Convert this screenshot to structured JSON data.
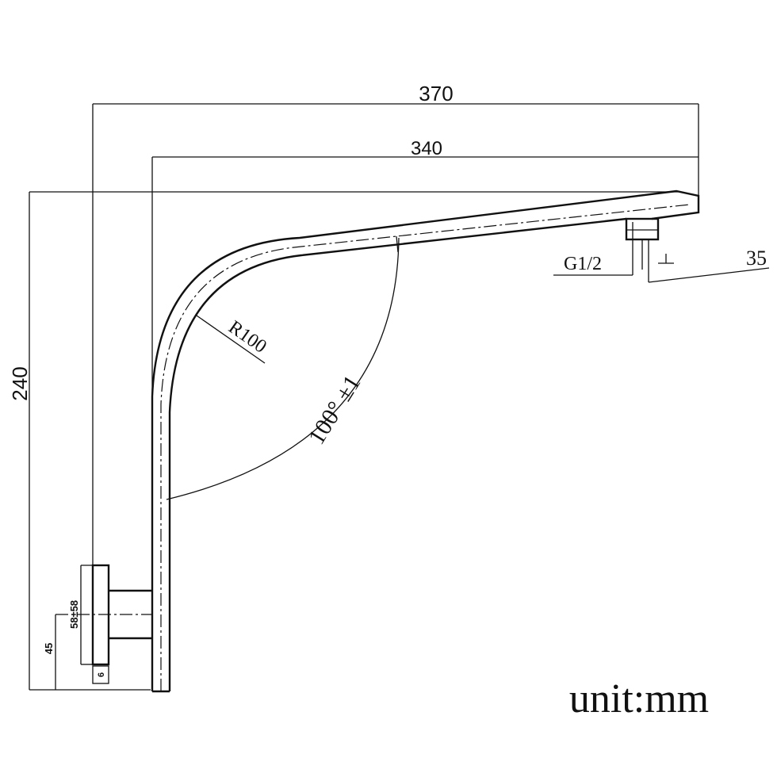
{
  "dimensions": {
    "overall_width": "370",
    "arm_width": "340",
    "height": "240",
    "outlet_offset": "35",
    "thread": "G1/2",
    "bend_radius": "R100",
    "bend_angle": "100° ±1",
    "flange_diameter": "58±58",
    "flange_height": "45",
    "wall_thickness": "6"
  },
  "unit_label": "unit:mm",
  "colors": {
    "line": "#111111",
    "background": "#ffffff"
  }
}
